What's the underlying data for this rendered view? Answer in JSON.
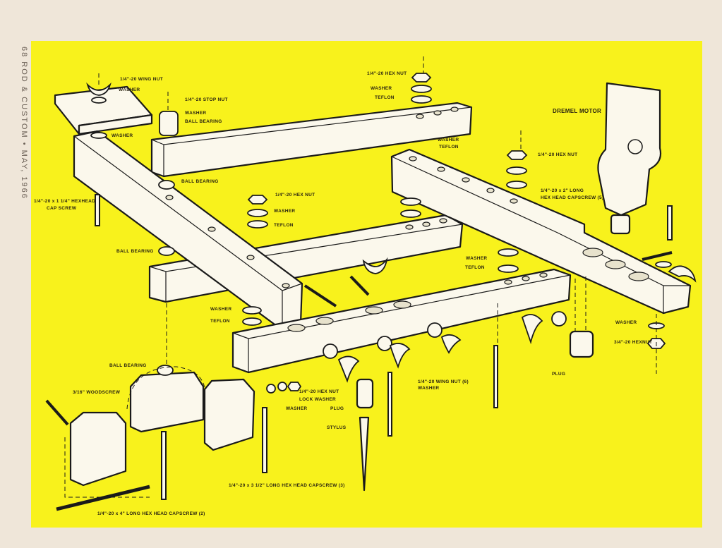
{
  "page": {
    "spine_text": "68  ROD & CUSTOM • MAY, 1966",
    "background_color": "#f8f21c",
    "paper_color": "#efe6d9"
  },
  "labels": {
    "wing_nut_top": "1/4\"-20 WING NUT",
    "washer_plate": "WASHER",
    "stop_nut": "1/4\"-20 STOP NUT",
    "washer_stop": "WASHER",
    "ball_bearing_stop": "BALL BEARING",
    "washer_left_bar": "WASHER",
    "ball_bearing_upper": "BALL BEARING",
    "cap_screw_short_1": "1/4\"-20 x 1 1/4\" HEXHEAD",
    "cap_screw_short_2": "CAP SCREW",
    "ball_bearing_mid": "BALL BEARING",
    "hex_nut_top": "1/4\"-20 HEX NUT",
    "washer_top": "WASHER",
    "teflon_top": "TEFLON",
    "dremel_motor": "DREMEL MOTOR",
    "washer_right": "WASHER",
    "teflon_right": "TEFLON",
    "hex_nut_right": "1/4\"-20 HEX NUT",
    "capscrew_2in_1": "1/4\"-20 x 2\" LONG",
    "capscrew_2in_2": "HEX HEAD CAPSCREW (5)",
    "hex_nut_mid": "1/4\"-20 HEX NUT",
    "washer_mid": "WASHER",
    "teflon_mid": "TEFLON",
    "washer_front": "WASHER",
    "teflon_front": "TEFLON",
    "washer_left_low": "WASHER",
    "teflon_left_low": "TEFLON",
    "washer_far_right": "WASHER",
    "hexnut_far_right": "3/4\"-20 HEXNUT",
    "ball_bearing_block": "BALL BEARING",
    "woodscrew": "3/16\" WOODSCREW",
    "hex_nut_low": "1/4\"-20 HEX NUT",
    "lock_washer": "LOCK WASHER",
    "washer_low": "WASHER",
    "plug_low": "PLUG",
    "stylus": "STYLUS",
    "wing_nut_6": "1/4\"-20 WING NUT (6)",
    "washer_wing": "WASHER",
    "plug_right": "PLUG",
    "capscrew_3_5": "1/4\"-20 x 3 1/2\" LONG HEX HEAD  CAPSCREW (3)",
    "capscrew_4": "1/4\"-20 x 4\" LONG  HEX HEAD  CAPSCREW (2)"
  }
}
